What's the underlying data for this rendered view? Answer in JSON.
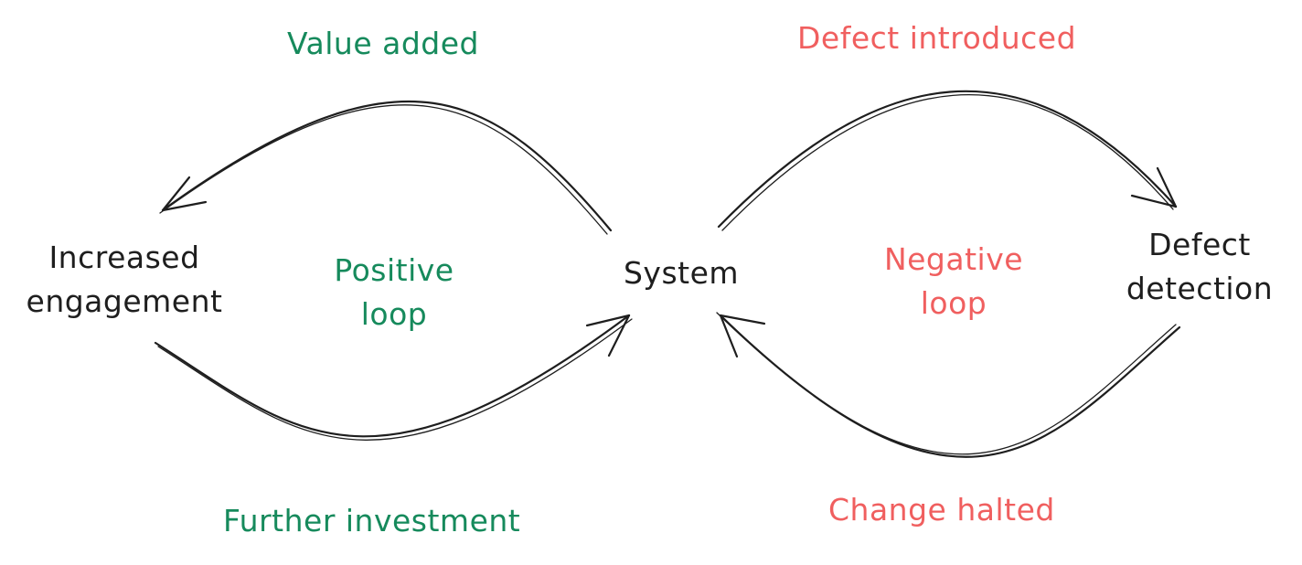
{
  "colors": {
    "node": "#1e1e1e",
    "positive": "#168a5c",
    "negative": "#f05f5f"
  },
  "nodes": {
    "increased_engagement": [
      "Increased",
      "engagement"
    ],
    "system": "System",
    "defect_detection": [
      "Defect",
      "detection"
    ]
  },
  "positive_loop": {
    "label": [
      "Positive",
      "loop"
    ],
    "top_edge": "Value added",
    "bottom_edge": "Further investment"
  },
  "negative_loop": {
    "label": [
      "Negative",
      "loop"
    ],
    "top_edge": "Defect introduced",
    "bottom_edge": "Change halted"
  }
}
